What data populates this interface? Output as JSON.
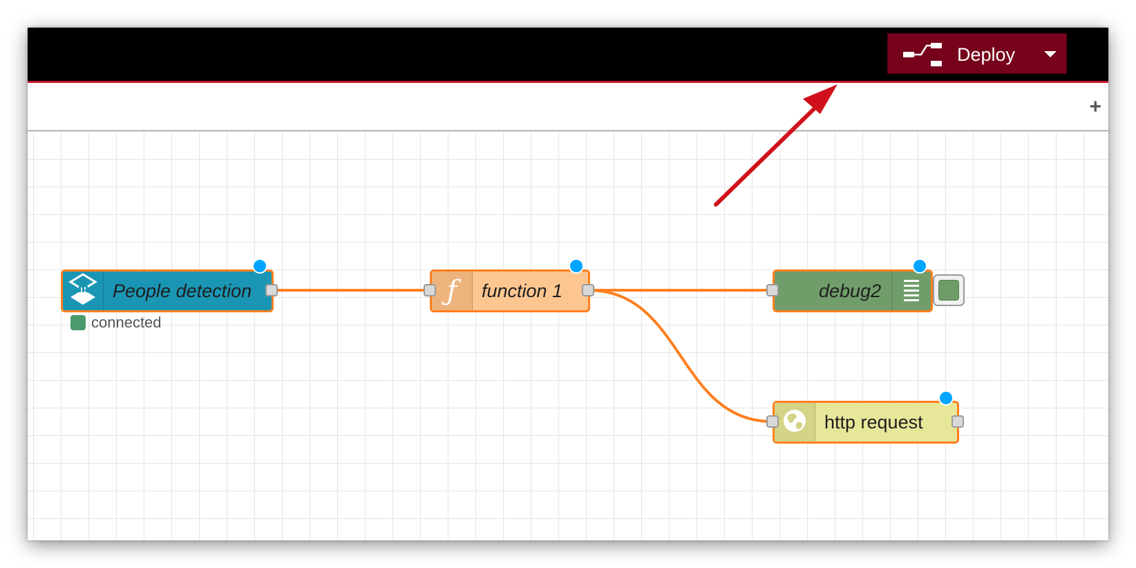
{
  "header": {
    "deploy_label": "Deploy",
    "deploy_icon": "deploy-flow-icon",
    "dropdown_icon": "caret-down-icon"
  },
  "tabbar": {
    "add_label": "+"
  },
  "nodes": {
    "people_detection": {
      "label": "People detection",
      "icon": "layers-icon",
      "color": "#1a96b4",
      "status_text": "connected",
      "status_color": "#4a9a6d"
    },
    "function1": {
      "label": "function 1",
      "icon": "function-icon",
      "color": "#fdc691"
    },
    "debug2": {
      "label": "debug2",
      "icon": "list-icon",
      "color": "#719d6b"
    },
    "http_request": {
      "label": "http request",
      "icon": "globe-icon",
      "color": "#e7e79a"
    }
  },
  "colors": {
    "wire": "#ff7f1f",
    "changed_indicator": "#00a5ff",
    "annotation_arrow": "#d0111b",
    "header_bg": "#000000",
    "deploy_bg": "#76021b"
  }
}
